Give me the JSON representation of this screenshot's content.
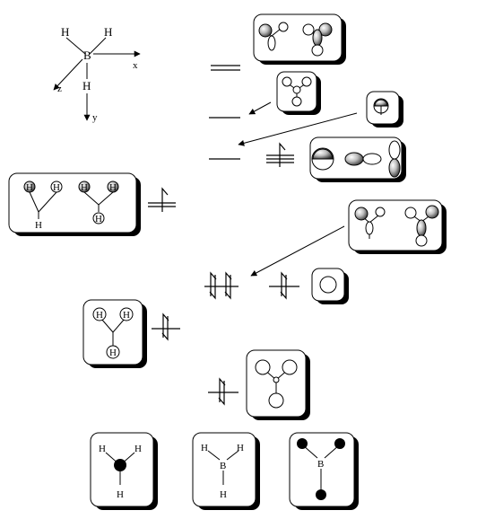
{
  "axes": {
    "center_atom": "B",
    "hydrogen": "H",
    "x": "x",
    "y": "y",
    "z": "z"
  },
  "fragments": {
    "bh3_label_h": "H",
    "bh3_label_b": "B"
  },
  "colors": {
    "ink": "#000000",
    "shade": "#8a8a8a"
  }
}
